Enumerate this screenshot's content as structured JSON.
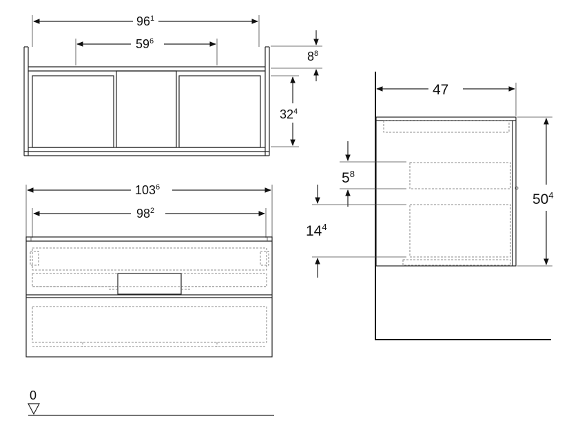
{
  "top_view": {
    "overall_width": {
      "main": "96",
      "sup": "1"
    },
    "inner_width": {
      "main": "59",
      "sup": "6"
    },
    "depth_offset": {
      "main": "8",
      "sup": "8"
    },
    "depth": {
      "main": "32",
      "sup": "4"
    }
  },
  "front_view": {
    "overall_width": {
      "main": "103",
      "sup": "6"
    },
    "inner_width": {
      "main": "98",
      "sup": "2"
    }
  },
  "side_view": {
    "depth": {
      "main": "47",
      "sup": ""
    },
    "height": {
      "main": "50",
      "sup": "4"
    },
    "drawer_gap": {
      "main": "5",
      "sup": "8"
    },
    "floor_offset": {
      "main": "14",
      "sup": "4"
    }
  },
  "floor_marker": {
    "label": "0"
  }
}
